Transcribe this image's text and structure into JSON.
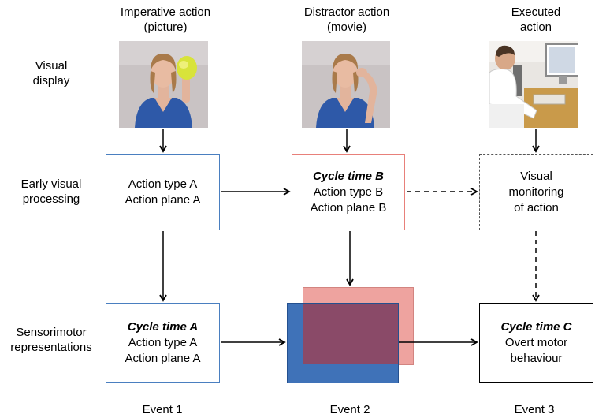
{
  "columns": {
    "col1_header": [
      "Imperative action",
      "(picture)"
    ],
    "col2_header": [
      "Distractor action",
      "(movie)"
    ],
    "col3_header": [
      "Executed",
      "action"
    ]
  },
  "rows": {
    "visual": [
      "Visual",
      "display"
    ],
    "early": [
      "Early visual",
      "processing"
    ],
    "sensori": [
      "Sensorimotor",
      "representations"
    ]
  },
  "boxes": {
    "early_a": [
      "Action type A",
      "Action plane A"
    ],
    "early_b": {
      "title": "Cycle time B",
      "lines": [
        "Action type B",
        "Action plane B"
      ]
    },
    "early_c": [
      "Visual",
      "monitoring",
      "of action"
    ],
    "sensori_a": {
      "title": "Cycle time A",
      "lines": [
        "Action type A",
        "Action plane A"
      ]
    },
    "sensori_c": {
      "title": "Cycle time C",
      "lines": [
        "Overt motor",
        "behaviour"
      ]
    }
  },
  "events": [
    "Event 1",
    "Event 2",
    "Event 3"
  ],
  "colors": {
    "blue_border": "#4a7fc0",
    "red_border": "#e8807a",
    "blue_fill": "#3f72b8",
    "red_fill": "#e8817b",
    "overlap_fill": "#8a4a68"
  },
  "icons": {
    "photo1": "woman-holding-object-image",
    "photo2": "woman-gesturing-image",
    "photo3": "man-at-computer-image"
  }
}
